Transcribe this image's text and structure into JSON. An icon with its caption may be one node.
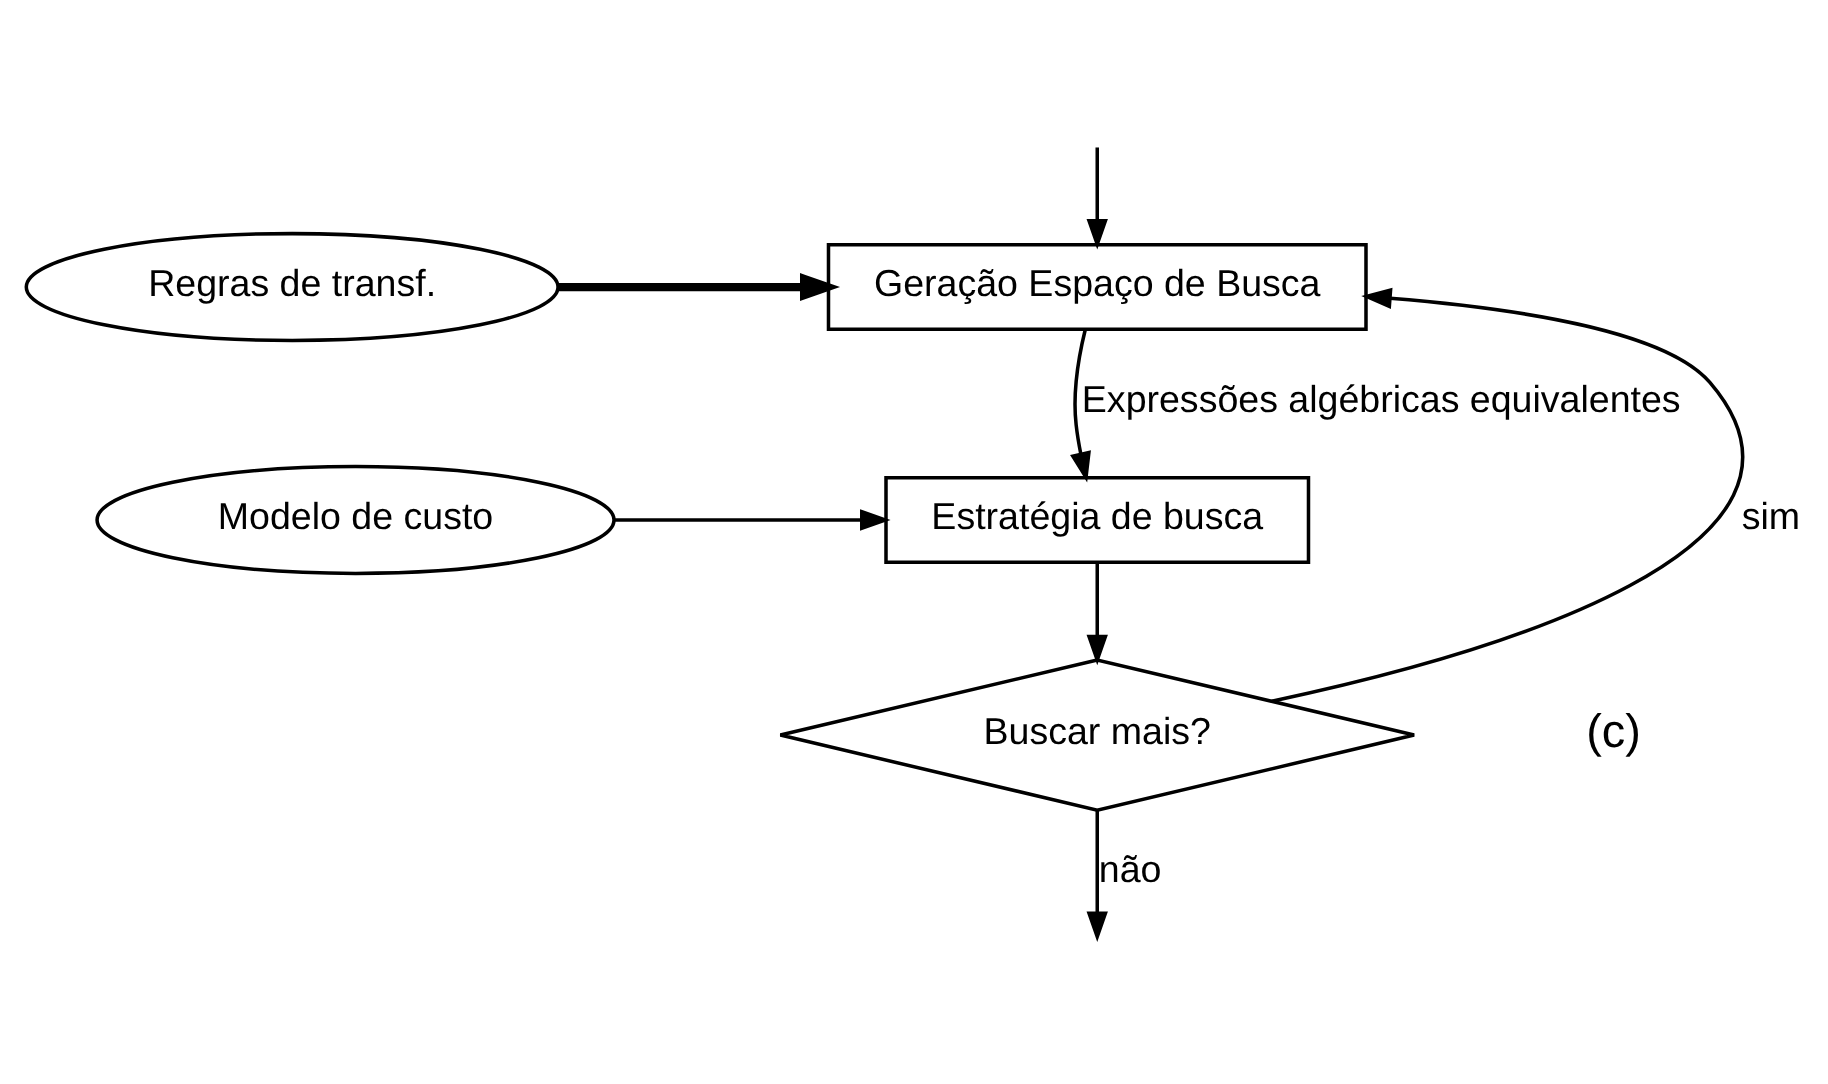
{
  "diagram": {
    "nodes": [
      {
        "text": [
          "Geração Espaço de Busca"
        ]
      },
      {
        "text": [
          "Regras de transf."
        ]
      },
      {
        "text": [
          "Estratégia de busca"
        ]
      },
      {
        "text": [
          "Modelo de custo"
        ]
      },
      {
        "text": [
          "Buscar mais?"
        ]
      }
    ],
    "edges": [
      {
        "from": null,
        "to": 0,
        "arrow": "to"
      },
      {
        "from": 1,
        "to": 0,
        "arrow": "to",
        "style": "thick"
      },
      {
        "from": 0,
        "to": 2,
        "arrow": "to",
        "label": "Expressões algébricas equivalentes"
      },
      {
        "from": 3,
        "to": 2,
        "arrow": "to"
      },
      {
        "from": 2,
        "to": 4,
        "arrow": "to"
      },
      {
        "from": 4,
        "to": 0,
        "arrow": "to",
        "label": "sim"
      },
      {
        "from": 4,
        "to": null,
        "arrow": "to",
        "label": "não"
      }
    ],
    "labels": [
      "(c)"
    ]
  }
}
